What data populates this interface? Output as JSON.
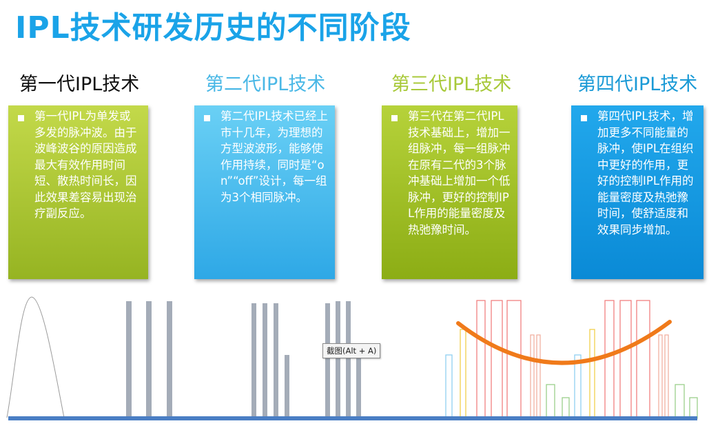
{
  "title": "IPL技术研发历史的不同阶段",
  "generations": [
    {
      "heading": "第一代IPL技术",
      "heading_color": "#111111",
      "card_colors": [
        "#c3d94a",
        "#96b422"
      ],
      "text": "第一代IPL为单发或多发的脉冲波。由于波峰波谷的原因造成最大有效作用时间短、散热时间长，因此效果差容易出现治疗副反应。"
    },
    {
      "heading": "第二代IPL技术",
      "heading_color": "#4ab8e6",
      "card_colors": [
        "#6ad0f5",
        "#2ea8e6"
      ],
      "text": "第二代IPL技术已经上市十几年，为理想的方型波波形，能够使作用持续，同时是“on”“off”设计，每一组为3个相同脉冲。"
    },
    {
      "heading": "第三代IPL技术",
      "heading_color": "#a8c93a",
      "card_colors": [
        "#b6d23a",
        "#8cad15"
      ],
      "text": "第三代在第二代IPL技术基础上，增加一组脉冲，每一组脉冲在原有二代的3个脉冲基础上增加一个低脉冲，更好的控制IPL作用的能量密度及热弛豫时间。"
    },
    {
      "heading": "第四代IPL技术",
      "heading_color": "#1a9ad6",
      "card_colors": [
        "#22a8ec",
        "#0a8ad6"
      ],
      "text": "第四代IPL技术，增加更多不同能量的脉冲，使IPL在组织中更好的作用，更好的控制IPL作用的能量密度及热弛豫时间，使舒适度和效果同步增加。"
    }
  ],
  "tooltip": "截图(Alt + A)",
  "colors": {
    "baseline": "#4a7ec4",
    "pulse_gray": "#a4acb8",
    "arc": "#f07a1a"
  }
}
